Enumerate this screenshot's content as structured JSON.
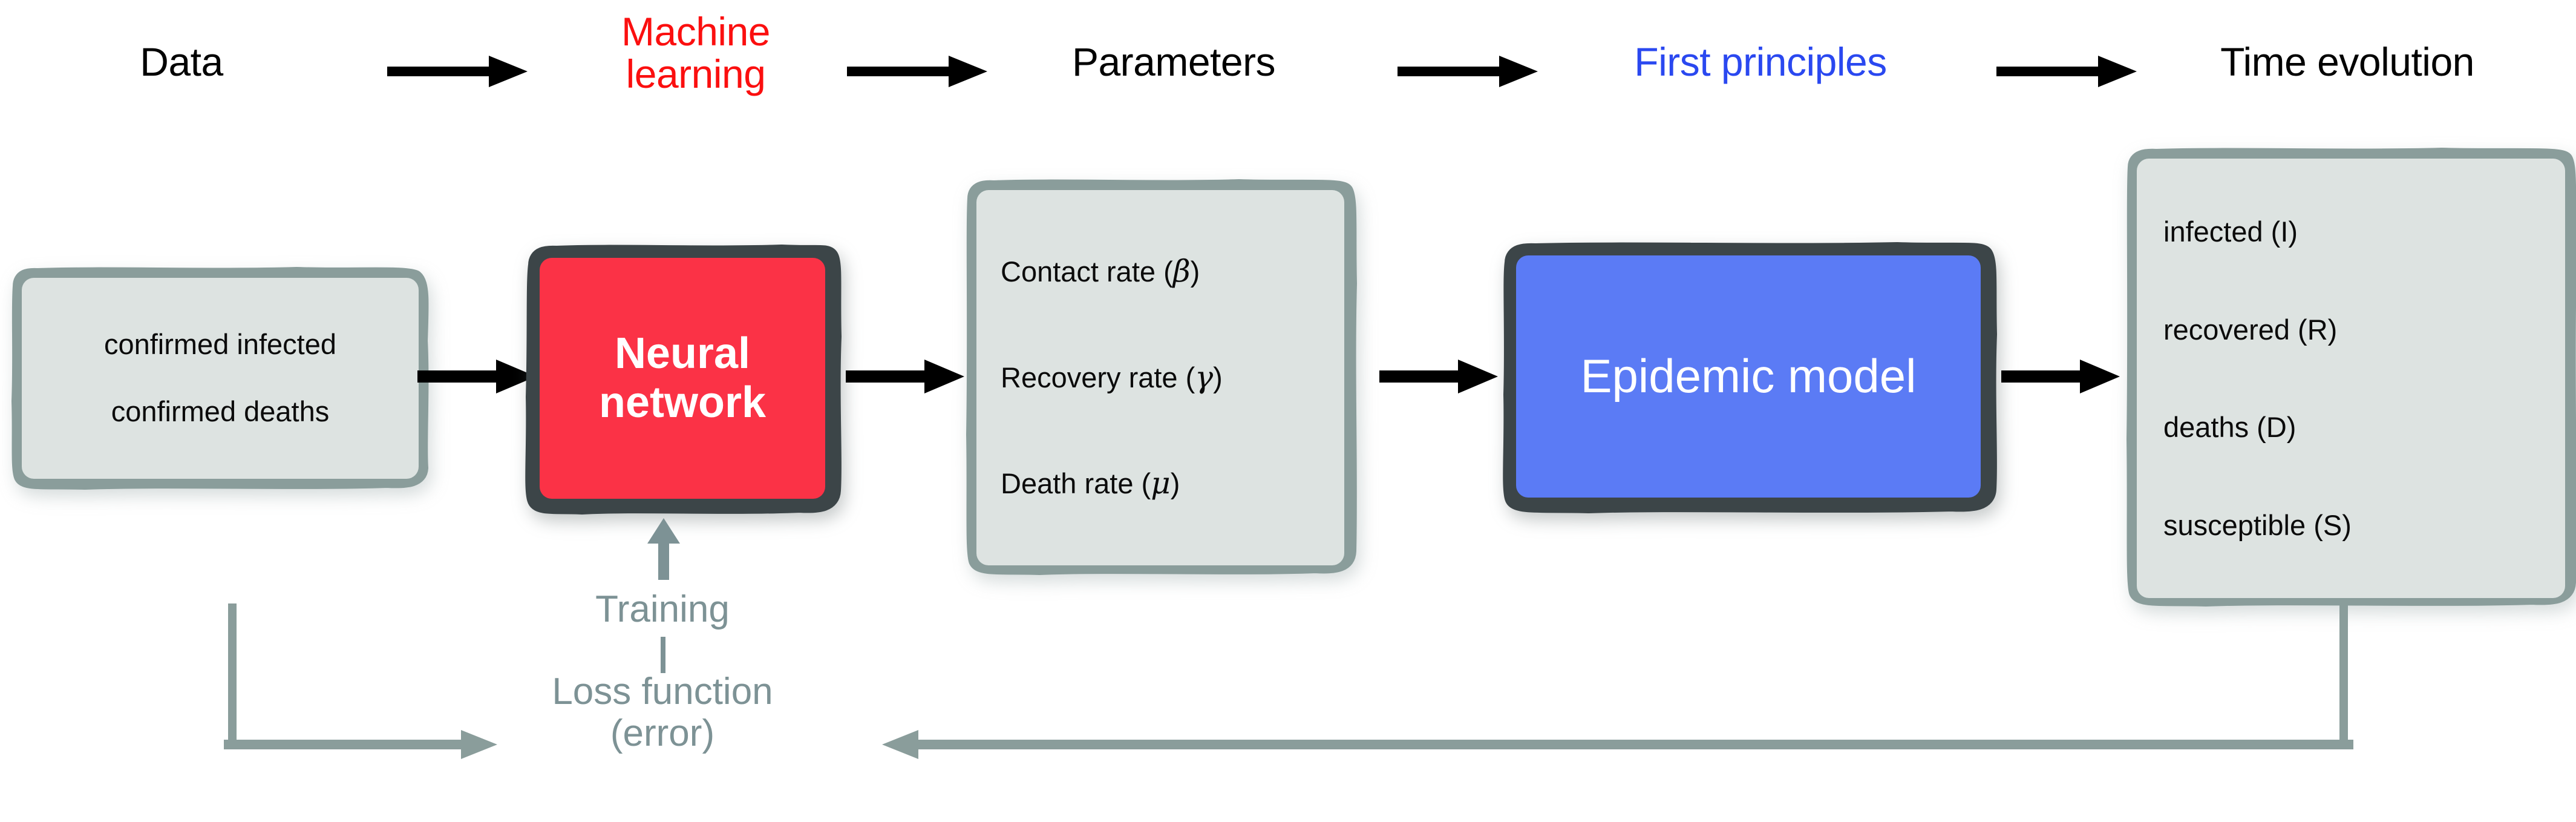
{
  "diagram": {
    "title": "Machine-learning epidemic modelling pipeline",
    "colors": {
      "red": "#fb0f0f",
      "blue": "#2a48f0",
      "box_gray_fill": "#dde3e1",
      "box_gray_border": "#8a9d9b",
      "box_dark_border": "#3c4548",
      "neural_fill": "#fb3246",
      "epidemic_fill": "#5b7bf5",
      "feedback_gray": "#7d9295",
      "arrow_black": "#000000"
    },
    "header": {
      "steps": [
        {
          "label": "Data",
          "color": "black"
        },
        {
          "label": "Machine\nlearning",
          "color": "red"
        },
        {
          "label": "Parameters",
          "color": "black"
        },
        {
          "label": "First principles",
          "color": "blue"
        },
        {
          "label": "Time evolution",
          "color": "black"
        }
      ]
    },
    "boxes": {
      "data": {
        "name": "Data",
        "lines": [
          "confirmed infected",
          "confirmed deaths"
        ]
      },
      "neural_network": {
        "name": "Neural network",
        "label": "Neural\nnetwork"
      },
      "parameters": {
        "name": "Parameters",
        "lines": [
          {
            "text": "Contact rate (",
            "symbol": "β",
            "tail": ")"
          },
          {
            "text": "Recovery rate (",
            "symbol": "γ",
            "tail": ")"
          },
          {
            "text": "Death rate (",
            "symbol": "μ",
            "tail": ")"
          }
        ]
      },
      "epidemic_model": {
        "name": "Epidemic model",
        "label": "Epidemic model"
      },
      "time_evolution": {
        "name": "Time evolution",
        "lines": [
          "infected (I)",
          "recovered (R)",
          "deaths (D)",
          "susceptible (S)"
        ]
      }
    },
    "feedback": {
      "training_label": "Training",
      "loss_label": "Loss function\n(error)"
    }
  }
}
